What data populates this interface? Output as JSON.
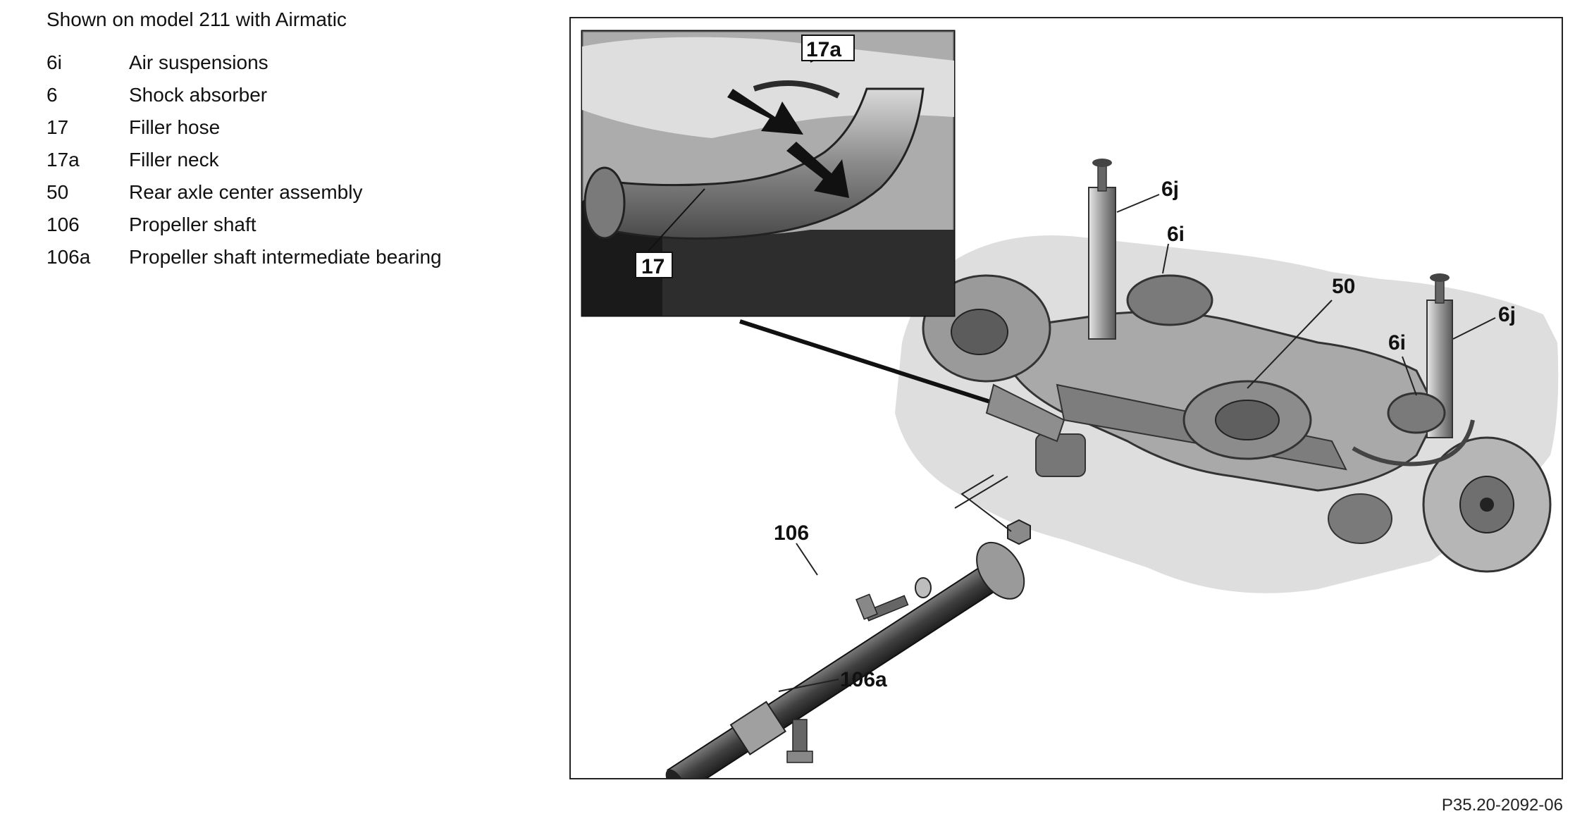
{
  "legend": {
    "title": "Shown on model 211 with Airmatic",
    "items": [
      {
        "code": "6i",
        "description": "Air suspensions"
      },
      {
        "code": "6",
        "description": "Shock absorber"
      },
      {
        "code": "17",
        "description": "Filler hose"
      },
      {
        "code": "17a",
        "description": "Filler neck"
      },
      {
        "code": "50",
        "description": "Rear axle center assembly"
      },
      {
        "code": "106",
        "description": "Propeller shaft"
      },
      {
        "code": "106a",
        "description": "Propeller shaft intermediate bearing"
      }
    ]
  },
  "figure": {
    "callouts": {
      "c17a": "17a",
      "c17": "17",
      "c6j_left": "6j",
      "c6i_left": "6i",
      "c50": "50",
      "c6j_right": "6j",
      "c6i_right": "6i",
      "c106": "106",
      "c106a": "106a"
    },
    "figure_id": "P35.20-2092-06"
  }
}
